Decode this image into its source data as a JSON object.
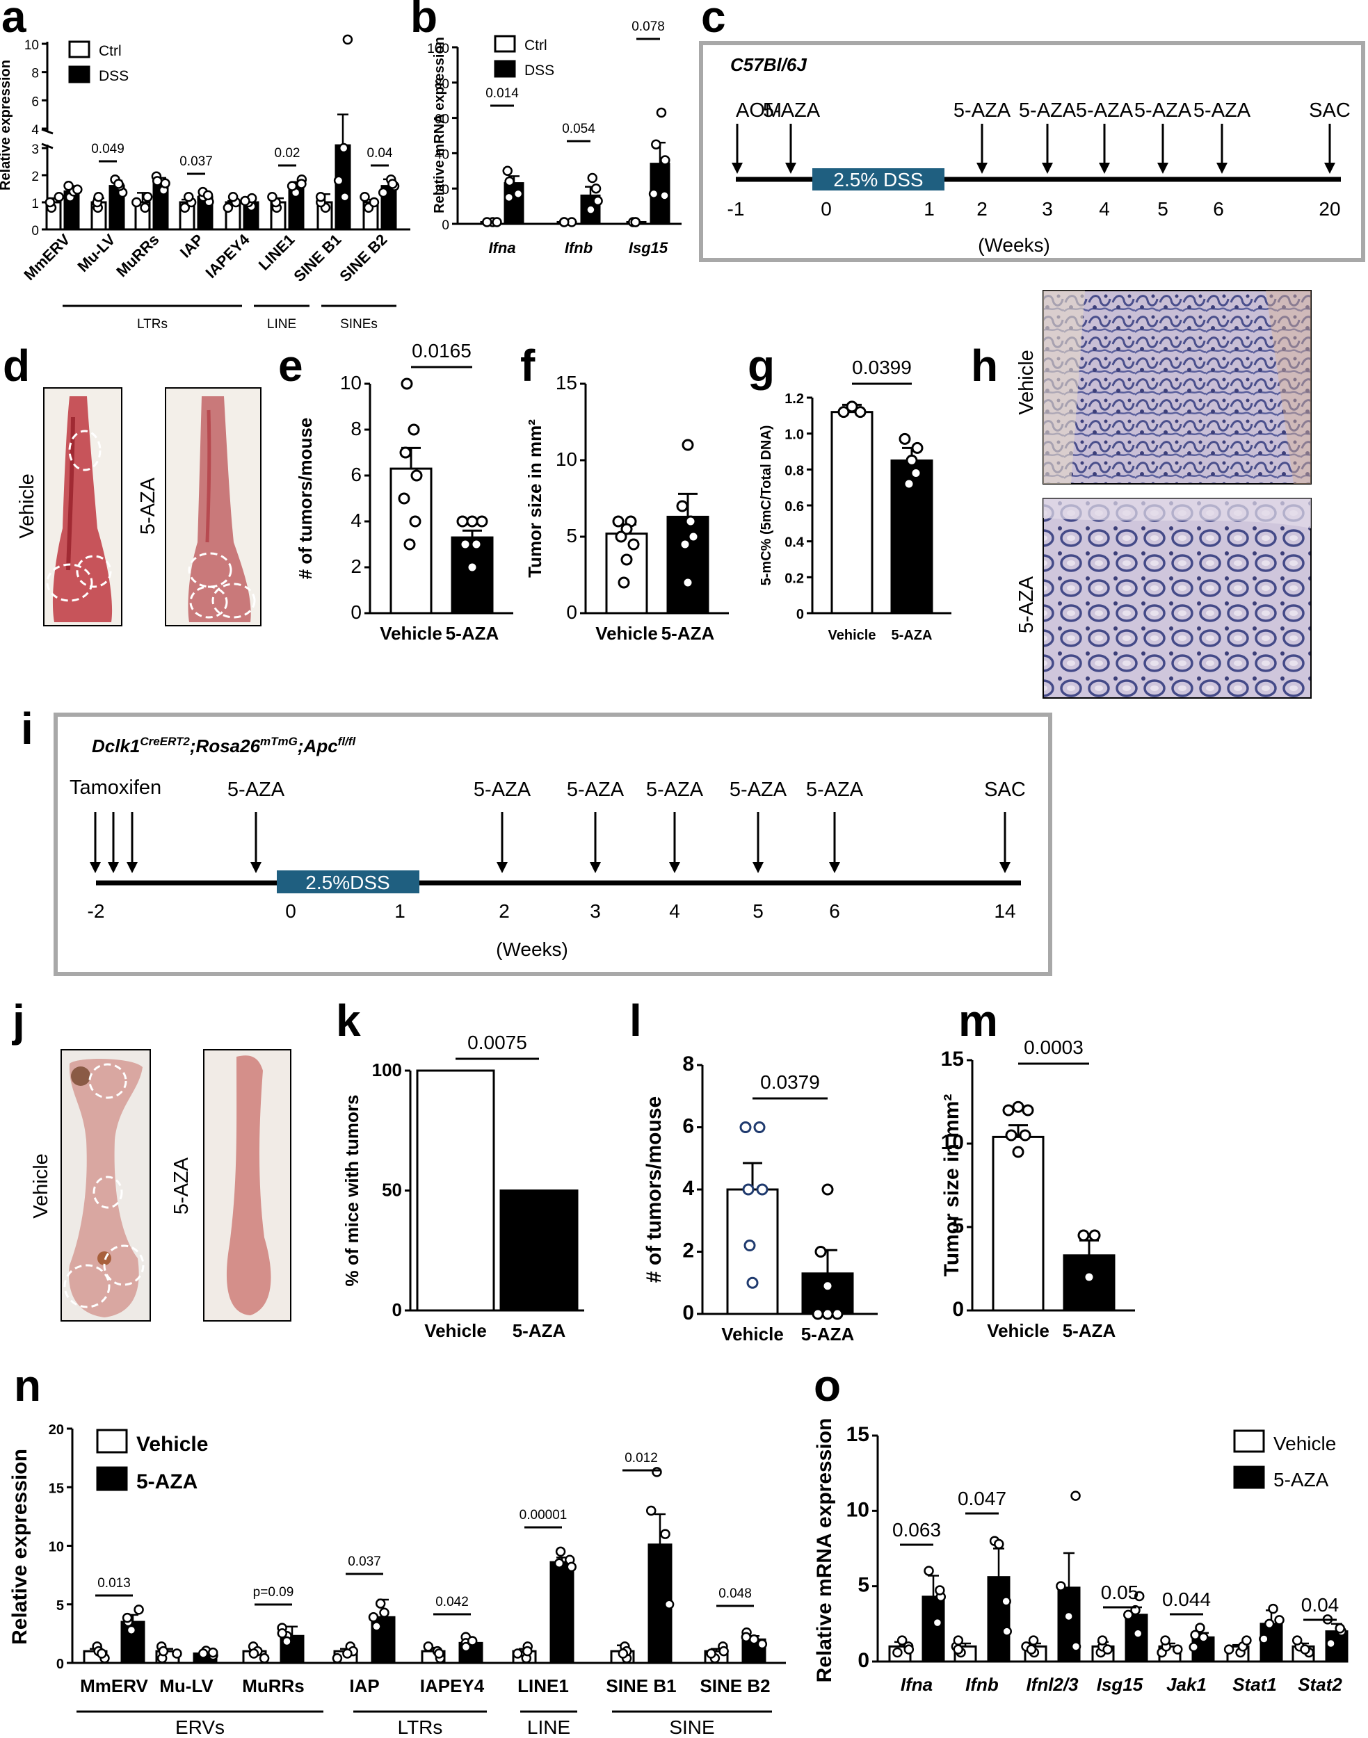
{
  "panel_labels": [
    "a",
    "b",
    "c",
    "d",
    "e",
    "f",
    "g",
    "h",
    "i",
    "j",
    "k",
    "l",
    "m",
    "n",
    "o"
  ],
  "chart_data": [
    {
      "panel": "a",
      "type": "bar",
      "ylabel": "Relative expression",
      "yticks": [
        "0",
        "1",
        "2",
        "3",
        "4",
        "6",
        "8",
        "10"
      ],
      "categories": [
        "MmERV",
        "Mu-LV",
        "MuRRs",
        "IAP",
        "IAPEY4",
        "LINE1",
        "SINE B1",
        "SINE B2"
      ],
      "series": [
        {
          "name": "Ctrl",
          "values": [
            1.0,
            1.0,
            1.0,
            1.0,
            1.0,
            1.0,
            1.0,
            1.0
          ]
        },
        {
          "name": "DSS",
          "values": [
            1.4,
            1.6,
            1.7,
            1.2,
            1.0,
            1.6,
            3.1,
            1.6
          ]
        }
      ],
      "pvalues": [
        {
          "cat": 1,
          "text": "0.049"
        },
        {
          "cat": 3,
          "text": "0.037"
        },
        {
          "cat": 5,
          "text": "0.02"
        },
        {
          "cat": 7,
          "text": "0.04"
        }
      ],
      "groups": [
        "LTRs",
        "LINE",
        "SINEs"
      ]
    },
    {
      "panel": "b",
      "type": "bar",
      "ylabel": "Relative mRNA expression",
      "yticks": [
        "0",
        "20",
        "40",
        "60",
        "80",
        "100"
      ],
      "ylim": [
        0,
        100
      ],
      "categories": [
        "Ifna",
        "Ifnb",
        "Isg15"
      ],
      "series": [
        {
          "name": "Ctrl",
          "values": [
            1,
            1,
            1
          ]
        },
        {
          "name": "DSS",
          "values": [
            23,
            16,
            34
          ]
        }
      ],
      "pvalues": [
        {
          "cat": 0,
          "text": "0.014"
        },
        {
          "cat": 1,
          "text": "0.054"
        },
        {
          "cat": 2,
          "text": "0.078"
        }
      ]
    },
    {
      "panel": "e",
      "type": "bar",
      "ylabel": "# of tumors/mouse",
      "ylim": [
        0,
        10
      ],
      "yticks": [
        "0",
        "2",
        "4",
        "6",
        "8",
        "10"
      ],
      "categories": [
        "Vehicle",
        "5-AZA"
      ],
      "values": [
        6.3,
        3.3
      ],
      "pvalue": "0.0165"
    },
    {
      "panel": "f",
      "type": "bar",
      "ylabel": "Tumor size in mm²",
      "ylim": [
        0,
        15
      ],
      "yticks": [
        "0",
        "5",
        "10",
        "15"
      ],
      "categories": [
        "Vehicle",
        "5-AZA"
      ],
      "values": [
        5.2,
        6.3
      ]
    },
    {
      "panel": "g",
      "type": "bar",
      "ylabel": "5-mC% (5mC/Total DNA)",
      "ylim": [
        0,
        1.2
      ],
      "yticks": [
        "0",
        "0.2",
        "0.4",
        "0.6",
        "0.8",
        "1.0",
        "1.2"
      ],
      "categories": [
        "Vehicle",
        "5-AZA"
      ],
      "values": [
        1.12,
        0.85
      ],
      "pvalue": "0.0399"
    },
    {
      "panel": "k",
      "type": "bar",
      "ylabel": "% of mice with tumors",
      "ylim": [
        0,
        100
      ],
      "yticks": [
        "0",
        "50",
        "100"
      ],
      "categories": [
        "Vehicle",
        "5-AZA"
      ],
      "values": [
        100,
        50
      ],
      "pvalue": "0.0075"
    },
    {
      "panel": "l",
      "type": "bar",
      "ylabel": "# of tumors/mouse",
      "ylim": [
        0,
        8
      ],
      "yticks": [
        "0",
        "2",
        "4",
        "6",
        "8"
      ],
      "categories": [
        "Vehicle",
        "5-AZA"
      ],
      "values": [
        4.0,
        1.3
      ],
      "pvalue": "0.0379"
    },
    {
      "panel": "m",
      "type": "bar",
      "ylabel": "Tumor size in mm²",
      "ylim": [
        0,
        15
      ],
      "yticks": [
        "0",
        "5",
        "10",
        "15"
      ],
      "categories": [
        "Vehicle",
        "5-AZA"
      ],
      "values": [
        10.4,
        3.3
      ],
      "pvalue": "0.0003"
    },
    {
      "panel": "n",
      "type": "bar",
      "ylabel": "Relative expression",
      "ylim": [
        0,
        20
      ],
      "yticks": [
        "0",
        "5",
        "10",
        "15",
        "20"
      ],
      "categories": [
        "MmERV",
        "Mu-LV",
        "MuRRs",
        "IAP",
        "IAPEY4",
        "LINE1",
        "SINE B1",
        "SINE B2"
      ],
      "series": [
        {
          "name": "Vehicle",
          "values": [
            1.0,
            1.0,
            1.0,
            1.0,
            1.0,
            1.0,
            1.0,
            1.0
          ]
        },
        {
          "name": "5-AZA",
          "values": [
            3.5,
            0.8,
            2.3,
            3.9,
            1.7,
            8.6,
            10.1,
            2.0
          ]
        }
      ],
      "pvalues": [
        {
          "cat": 0,
          "text": "0.013"
        },
        {
          "cat": 2,
          "text": "p=0.09"
        },
        {
          "cat": 3,
          "text": "0.037"
        },
        {
          "cat": 4,
          "text": "0.042"
        },
        {
          "cat": 5,
          "text": "0.00001"
        },
        {
          "cat": 6,
          "text": "0.012"
        },
        {
          "cat": 7,
          "text": "0.048"
        }
      ],
      "groups": [
        "ERVs",
        "LTRs",
        "LINE",
        "SINE"
      ]
    },
    {
      "panel": "o",
      "type": "bar",
      "ylabel": "Relative mRNA expression",
      "ylim": [
        0,
        15
      ],
      "yticks": [
        "0",
        "5",
        "10",
        "15"
      ],
      "categories": [
        "Ifna",
        "Ifnb",
        "Ifnl2/3",
        "Isg15",
        "Jak1",
        "Stat1",
        "Stat2"
      ],
      "series": [
        {
          "name": "Vehicle",
          "values": [
            1.0,
            1.0,
            1.0,
            1.0,
            1.0,
            1.0,
            1.0
          ]
        },
        {
          "name": "5-AZA",
          "values": [
            4.3,
            5.6,
            4.9,
            3.1,
            1.6,
            2.5,
            2.0
          ]
        }
      ],
      "pvalues": [
        {
          "cat": 0,
          "text": "0.063"
        },
        {
          "cat": 1,
          "text": "0.047"
        },
        {
          "cat": 3,
          "text": "0.05"
        },
        {
          "cat": 4,
          "text": "0.044"
        },
        {
          "cat": 6,
          "text": "0.04"
        }
      ]
    }
  ],
  "timeline_c": {
    "strain": "C57Bl/6J",
    "events": [
      "AOM",
      "5-AZA",
      "5-AZA",
      "5-AZA",
      "5-AZA",
      "5-AZA",
      "5-AZA",
      "SAC"
    ],
    "dss_label": "2.5% DSS",
    "ticks": [
      "-1",
      "0",
      "1",
      "2",
      "3",
      "4",
      "5",
      "6",
      "20"
    ],
    "unit": "(Weeks)"
  },
  "timeline_i": {
    "genotype_base": [
      "Dclk1",
      "CreERT2",
      ";Rosa26",
      "mTmG",
      ";Apc",
      "fl/fl"
    ],
    "events": [
      "Tamoxifen",
      "5-AZA",
      "5-AZA",
      "5-AZA",
      "5-AZA",
      "5-AZA",
      "5-AZA",
      "SAC"
    ],
    "dss_label": "2.5%DSS",
    "ticks": [
      "-2",
      "0",
      "1",
      "2",
      "3",
      "4",
      "5",
      "6",
      "14"
    ],
    "unit": "(Weeks)"
  },
  "image_labels": {
    "d_left": "Vehicle",
    "d_right": "5-AZA",
    "h_top": "Vehicle",
    "h_bottom": "5-AZA",
    "j_left": "Vehicle",
    "j_right": "5-AZA"
  },
  "colors": {
    "bar_ctrl": "#ffffff",
    "bar_treat": "#000000",
    "dss_box": "#1f5f80",
    "frame": "#a8a8a8",
    "histology": "#6f78a8"
  }
}
